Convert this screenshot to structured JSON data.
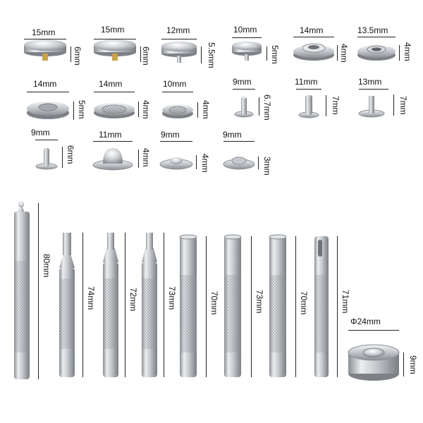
{
  "parts": {
    "row1": [
      {
        "width": "15mm",
        "height": "6mm"
      },
      {
        "width": "15mm",
        "height": "6mm"
      },
      {
        "width": "12mm",
        "height": "5.5mm"
      },
      {
        "width": "10mm",
        "height": "5mm"
      },
      {
        "width": "14mm",
        "height": "4mm"
      },
      {
        "width": "13.5mm",
        "height": "4mm"
      }
    ],
    "row2": [
      {
        "width": "14mm",
        "height": "5mm"
      },
      {
        "width": "14mm",
        "height": "4mm"
      },
      {
        "width": "10mm",
        "height": "4mm"
      },
      {
        "width": "9mm",
        "height": "6.7mm"
      },
      {
        "width": "11mm",
        "height": "7mm"
      },
      {
        "width": "13mm",
        "height": "7mm"
      }
    ],
    "row3": [
      {
        "width": "9mm",
        "height": "6mm"
      },
      {
        "width": "11mm",
        "height": "4mm"
      },
      {
        "width": "9mm",
        "height": "4mm"
      },
      {
        "width": "9mm",
        "height": "3mm"
      }
    ]
  },
  "tools": [
    {
      "length": "80mm"
    },
    {
      "length": "74mm"
    },
    {
      "length": "72mm"
    },
    {
      "length": "73mm"
    },
    {
      "length": "70mm"
    },
    {
      "length": "73mm"
    },
    {
      "length": "70mm"
    },
    {
      "length": "71mm"
    }
  ],
  "anvil": {
    "diameter": "Φ24mm",
    "height": "9mm"
  },
  "colors": {
    "metal_light": "#e4e6e8",
    "metal_mid": "#b9bdc1",
    "metal_dark": "#7d8186",
    "brass": "#c9a24a"
  }
}
